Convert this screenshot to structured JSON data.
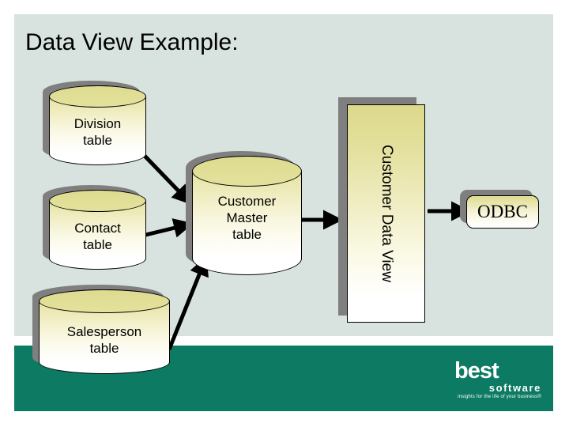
{
  "slide": {
    "title": "Data View Example:",
    "background_color": "#d8e3df",
    "band_color": "#0d7a63",
    "page_color": "#ffffff"
  },
  "diagram": {
    "nodes": [
      {
        "id": "division",
        "label_line1": "Division",
        "label_line2": "table",
        "shape": "cylinder"
      },
      {
        "id": "contact",
        "label_line1": "Contact",
        "label_line2": "table",
        "shape": "cylinder"
      },
      {
        "id": "salesperson",
        "label_line1": "Salesperson",
        "label_line2": "table",
        "shape": "cylinder"
      },
      {
        "id": "customer_master",
        "label_line1": "Customer",
        "label_line2": "Master",
        "label_line3": "table",
        "shape": "cylinder"
      },
      {
        "id": "customer_data_view",
        "label": "Customer Data View",
        "shape": "vertical-rectangle"
      },
      {
        "id": "odbc",
        "label": "ODBC",
        "shape": "rounded-rectangle"
      }
    ],
    "edges": [
      {
        "from": "division",
        "to": "customer_master",
        "style": "arrow"
      },
      {
        "from": "contact",
        "to": "customer_master",
        "style": "arrow"
      },
      {
        "from": "salesperson",
        "to": "customer_master",
        "style": "arrow"
      },
      {
        "from": "customer_master",
        "to": "customer_data_view",
        "style": "arrow"
      },
      {
        "from": "customer_data_view",
        "to": "odbc",
        "style": "arrow"
      }
    ],
    "shape_fill_top": "#dedb90",
    "shape_fill_bottom": "#ffffff",
    "shadow_color": "#7f7f7f",
    "arrow_color": "#000000"
  },
  "logo": {
    "name": "best",
    "subtitle": "software",
    "tagline": "insights for the life of your business®"
  }
}
